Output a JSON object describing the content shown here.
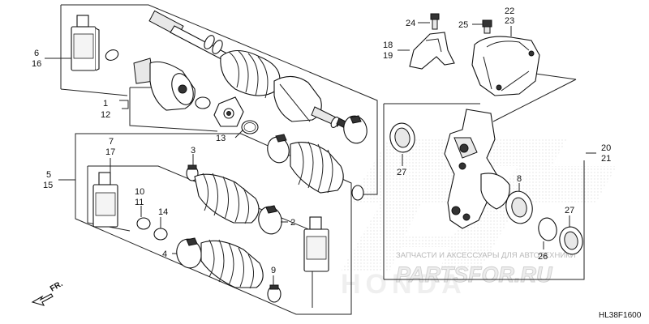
{
  "diagram_code": "HL38F1600",
  "direction_label": "FR.",
  "brand_watermark": "HONDA",
  "shop_watermark": "PARTSFOR.RU",
  "shop_tagline": "ЗАПЧАСТИ И АКСЕССУАРЫ ДЛЯ АВТОТЕХНИКИ",
  "callouts": {
    "c1": "1",
    "c12": "12",
    "c2": "2",
    "c3": "3",
    "c4": "4",
    "c5": "5",
    "c15": "15",
    "c6": "6",
    "c16": "16",
    "c7": "7",
    "c17": "17",
    "c8": "8",
    "c9": "9",
    "c10": "10",
    "c11": "11",
    "c13": "13",
    "c14": "14",
    "c18": "18",
    "c19": "19",
    "c20": "20",
    "c21": "21",
    "c22": "22",
    "c23": "23",
    "c24": "24",
    "c25": "25",
    "c26": "26",
    "c27a": "27",
    "c27b": "27"
  }
}
